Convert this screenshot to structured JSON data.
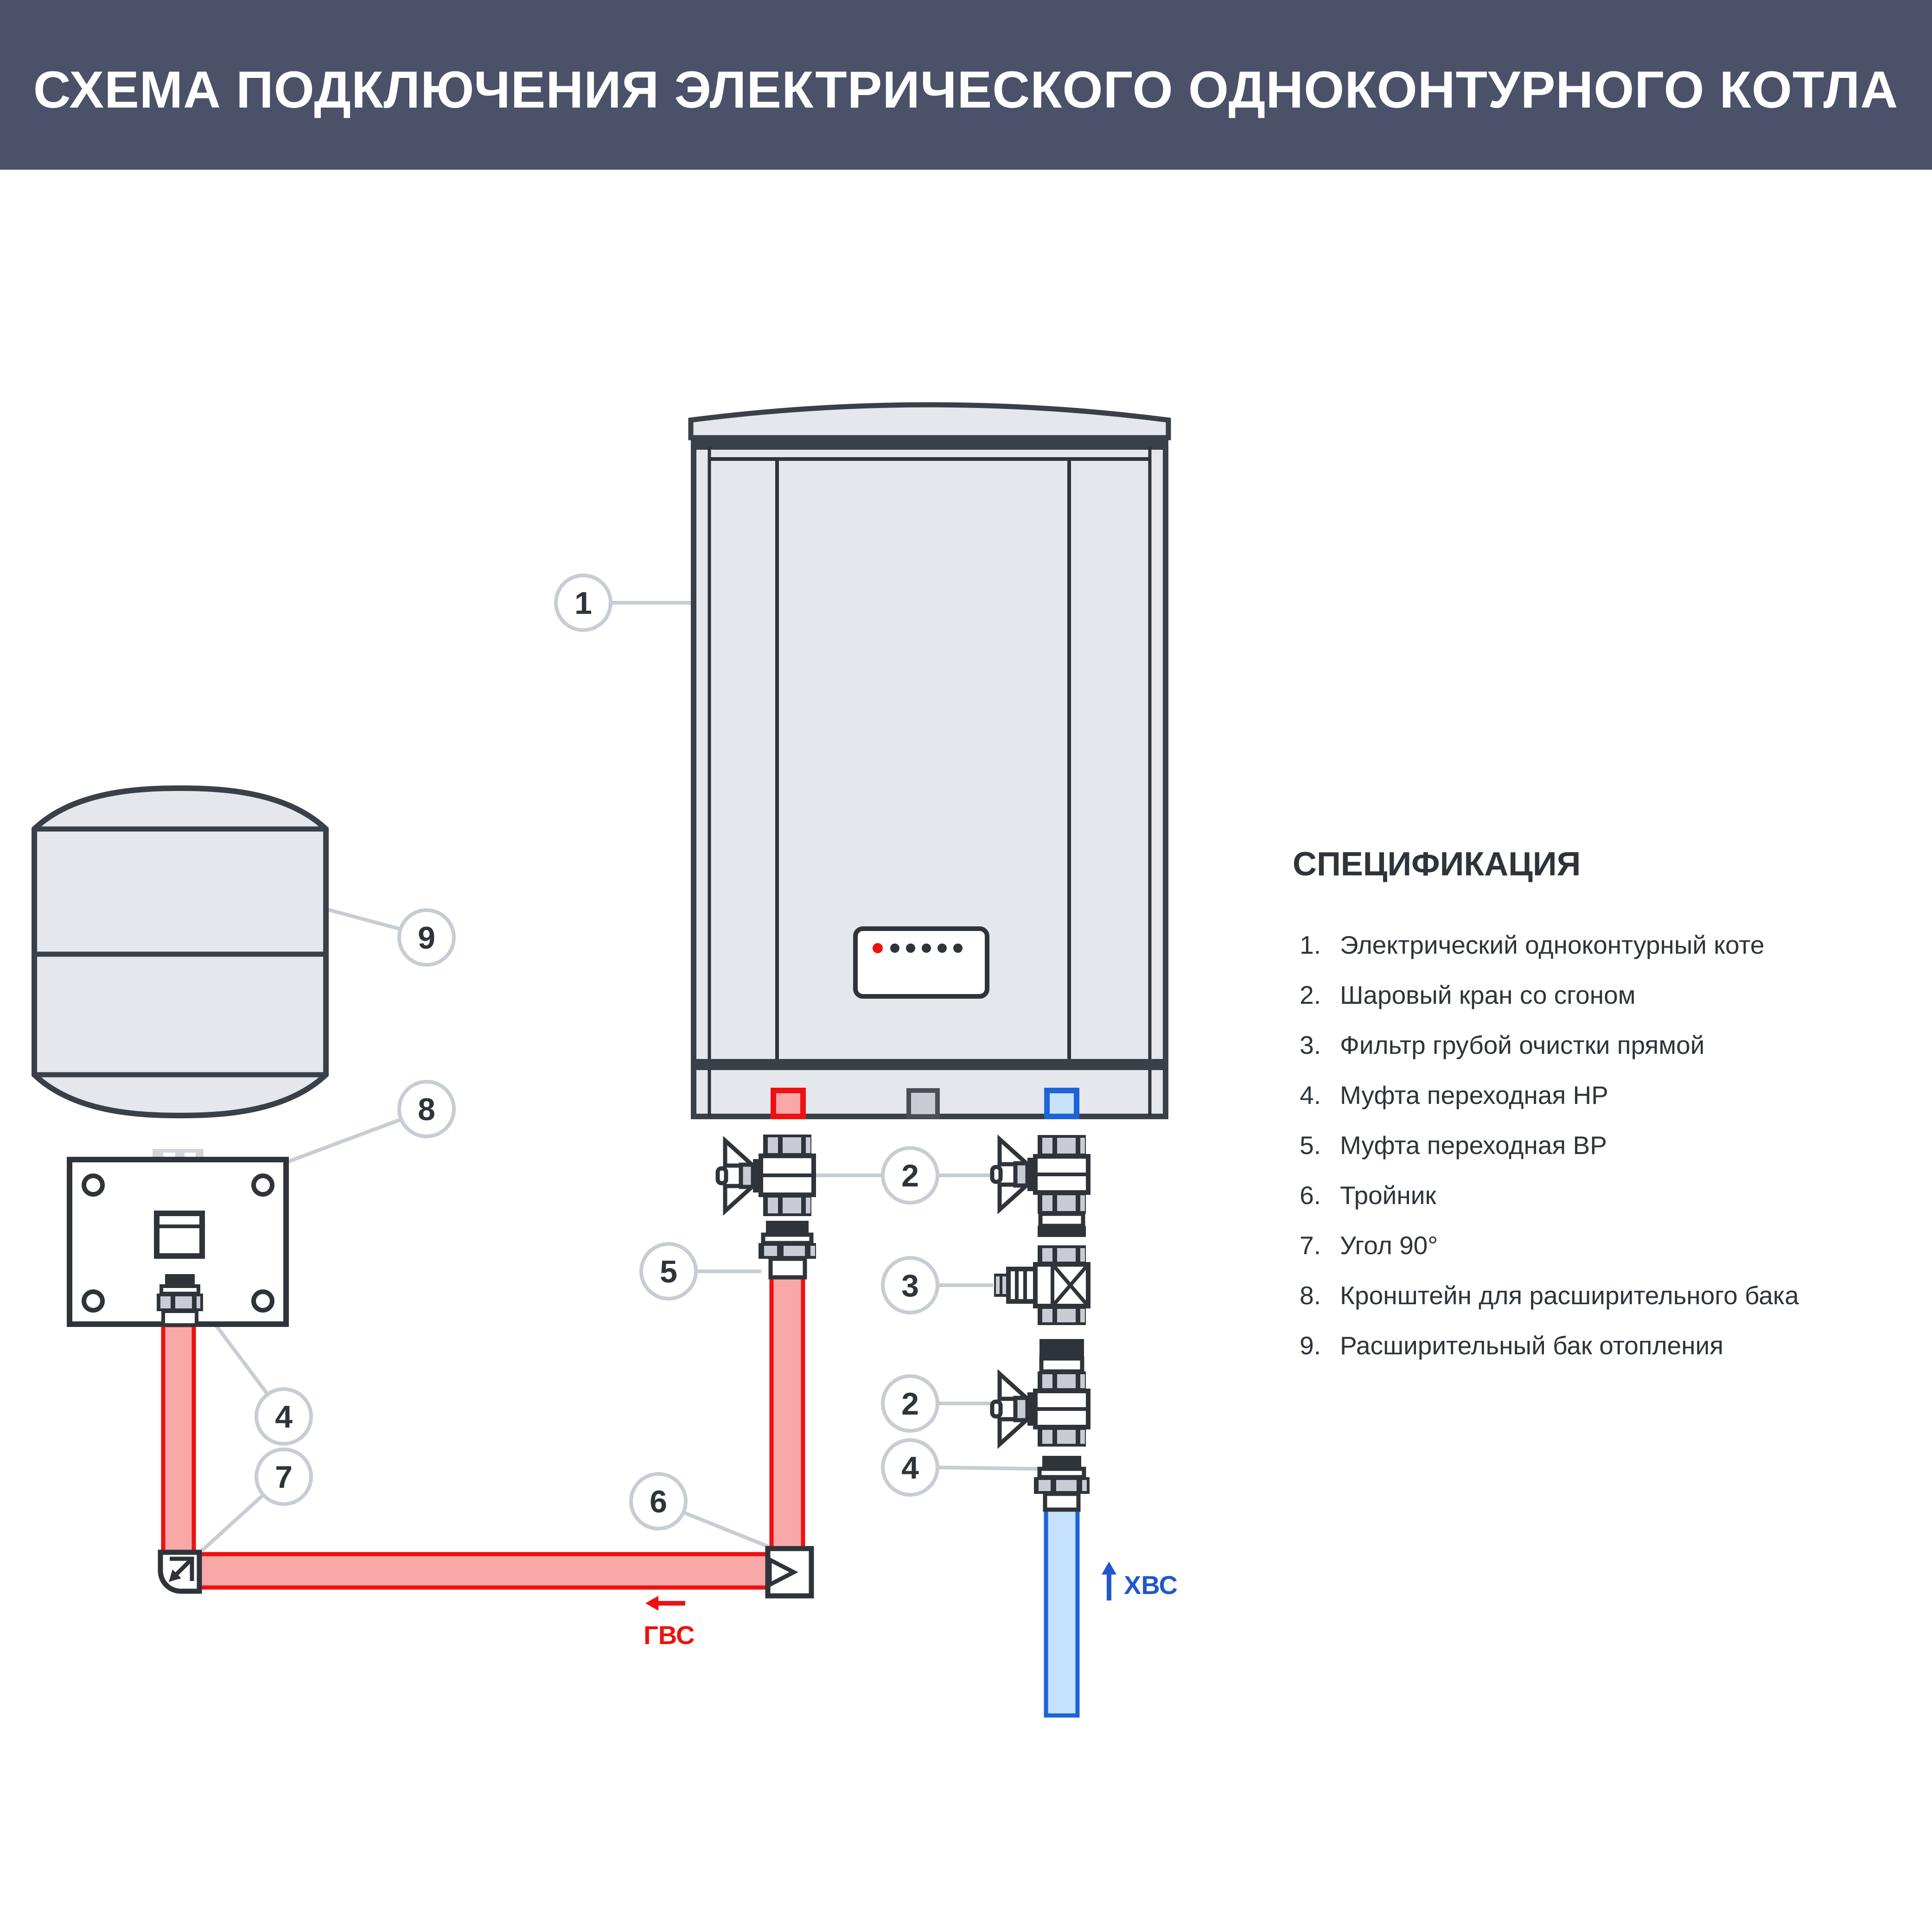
{
  "header": {
    "title": "СХЕМА ПОДКЛЮЧЕНИЯ ЭЛЕКТРИЧЕСКОГО ОДНОКОНТУРНОГО КОТЛА",
    "bg_color": "#4A5168",
    "text_color": "#FFFFFF"
  },
  "spec": {
    "title": "СПЕЦИФИКАЦИЯ",
    "items": [
      {
        "num": "1.",
        "label": "Электрический одноконтурный коте"
      },
      {
        "num": "2.",
        "label": "Шаровый кран со сгоном"
      },
      {
        "num": "3.",
        "label": "Фильтр грубой очистки прямой"
      },
      {
        "num": "4.",
        "label": "Муфта переходная НР"
      },
      {
        "num": "5.",
        "label": "Муфта переходная ВР"
      },
      {
        "num": "6.",
        "label": "Тройник"
      },
      {
        "num": "7.",
        "label": "Угол 90°"
      },
      {
        "num": "8.",
        "label": "Кронштейн для расширительного бака"
      },
      {
        "num": "9.",
        "label": "Расширительный бак отопления"
      }
    ]
  },
  "labels": {
    "hot": "ГВС",
    "cold": "ХВС"
  },
  "callouts": {
    "boiler": "1",
    "tank": "9",
    "bracket": "8",
    "coupling_hr_left": "4",
    "elbow": "7",
    "coupling_vr": "5",
    "tee": "6",
    "valve_top": "2",
    "filter": "3",
    "valve_bottom": "2",
    "coupling_hr_right": "4"
  },
  "colors": {
    "header_bg": "#4A5168",
    "hot_pipe": "#EE1111",
    "hot_fill": "#F9A8A8",
    "cold_pipe": "#1C64D8",
    "cold_fill": "#C5E1FC",
    "ink": "#2F343B",
    "boiler_fill": "#E4E7EB",
    "callout_gray": "#C7CCD5",
    "status_dot_red": "#EE1111"
  }
}
